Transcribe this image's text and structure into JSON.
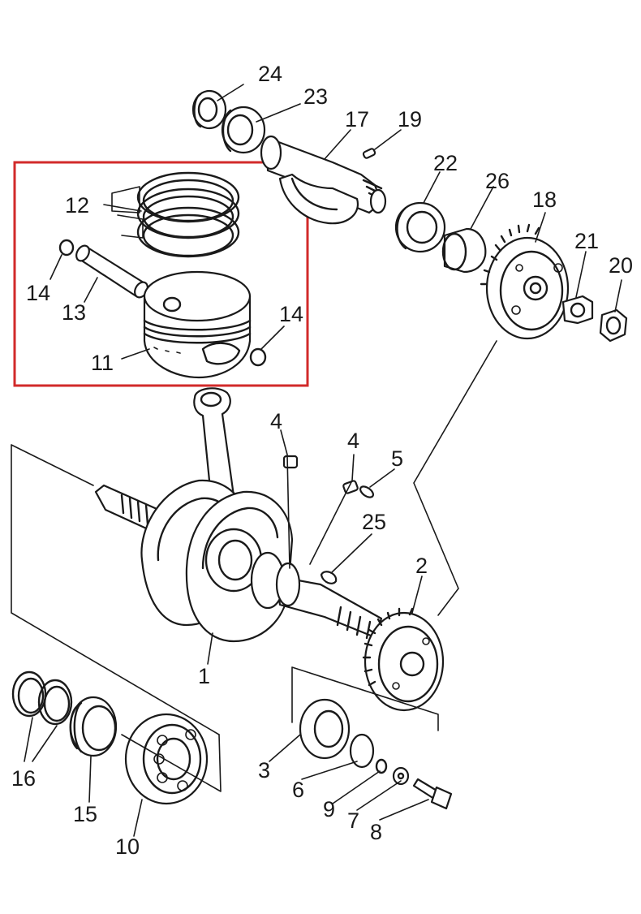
{
  "colors": {
    "ink": "#1a1a1a",
    "highlight_box": "#d22a2a",
    "background": "#ffffff"
  },
  "callouts": [
    {
      "id": "label-1",
      "text": "1"
    },
    {
      "id": "label-2",
      "text": "2"
    },
    {
      "id": "label-3",
      "text": "3"
    },
    {
      "id": "label-4a",
      "text": "4"
    },
    {
      "id": "label-4b",
      "text": "4"
    },
    {
      "id": "label-5",
      "text": "5"
    },
    {
      "id": "label-6",
      "text": "6"
    },
    {
      "id": "label-7",
      "text": "7"
    },
    {
      "id": "label-8",
      "text": "8"
    },
    {
      "id": "label-9",
      "text": "9"
    },
    {
      "id": "label-10",
      "text": "10"
    },
    {
      "id": "label-11",
      "text": "11"
    },
    {
      "id": "label-12",
      "text": "12"
    },
    {
      "id": "label-13",
      "text": "13"
    },
    {
      "id": "label-14a",
      "text": "14"
    },
    {
      "id": "label-14b",
      "text": "14"
    },
    {
      "id": "label-15",
      "text": "15"
    },
    {
      "id": "label-16",
      "text": "16"
    },
    {
      "id": "label-17",
      "text": "17"
    },
    {
      "id": "label-18",
      "text": "18"
    },
    {
      "id": "label-19",
      "text": "19"
    },
    {
      "id": "label-20",
      "text": "20"
    },
    {
      "id": "label-21",
      "text": "21"
    },
    {
      "id": "label-22",
      "text": "22"
    },
    {
      "id": "label-23",
      "text": "23"
    },
    {
      "id": "label-24",
      "text": "24"
    },
    {
      "id": "label-25",
      "text": "25"
    },
    {
      "id": "label-26",
      "text": "26"
    }
  ]
}
